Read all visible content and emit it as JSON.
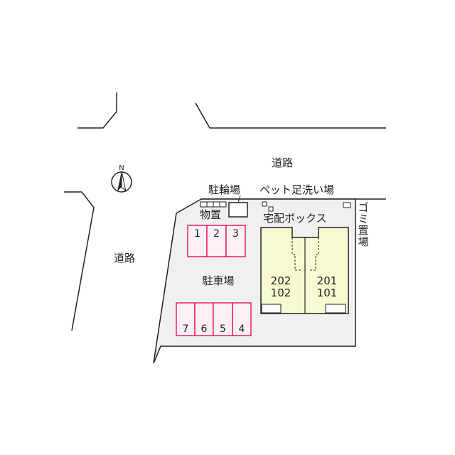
{
  "labels": {
    "road_top": "道路",
    "road_left": "道路",
    "bicycle_parking": "駐輪場",
    "pet_foot_wash": "ペット足洗い場",
    "storage": "物置",
    "delivery_box": "宅配ボックス",
    "garbage": "ゴミ置場",
    "parking_lot": "駐車場",
    "compass": "N"
  },
  "parking_spaces": {
    "top": [
      "1",
      "2",
      "3"
    ],
    "bottom": [
      "7",
      "6",
      "5",
      "4"
    ]
  },
  "units": {
    "left": [
      "202",
      "102"
    ],
    "right": [
      "201",
      "101"
    ]
  },
  "colors": {
    "lot": "#f0f0f0",
    "building": "#fafad2",
    "parking_fill": "#fff0f5",
    "parking_stroke": "#e0004a",
    "line": "#222222"
  }
}
